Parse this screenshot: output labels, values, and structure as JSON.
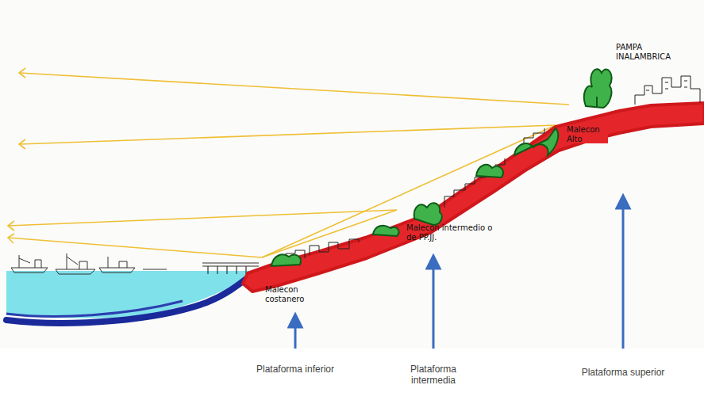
{
  "diagram": {
    "labels": [
      "PAMPA INALAMBRICA",
      "Malecon Alto",
      "Malecon intermedio o de PP.JJ.",
      "Malecon costanero",
      "Plataforma inferior",
      "Plataforma intermedia",
      "Plataforma superior"
    ]
  }
}
